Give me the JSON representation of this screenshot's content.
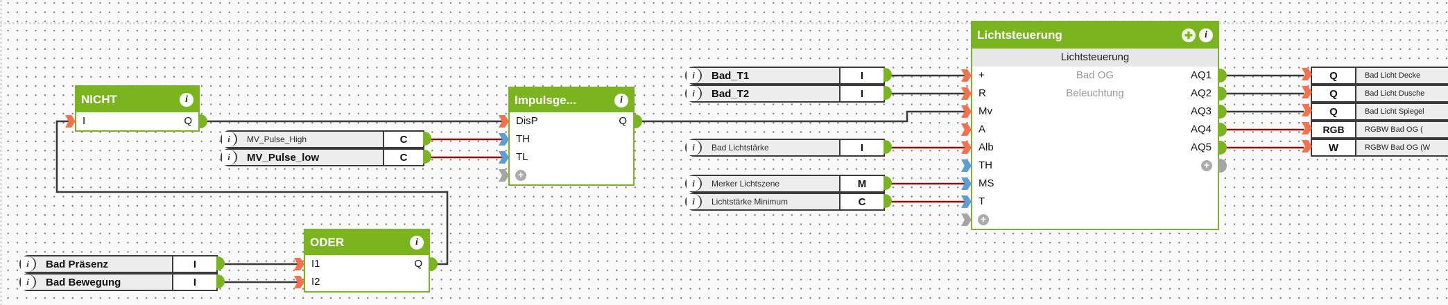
{
  "app": "logic-editor",
  "colors": {
    "block_green": "#7ab41e",
    "digital_pin_orange": "#f4724c",
    "analog_pin_blue": "#5f9ed2",
    "add_pin_gray": "#a5a5a5",
    "wire_black": "#3a3a3a",
    "wire_dark_red": "#8a100b"
  },
  "blocks": {
    "nicht": {
      "title": "NICHT",
      "header_icons": [
        "info-icon"
      ],
      "inputs": [
        {
          "label": "I",
          "kind": "digital"
        }
      ],
      "outputs": [
        {
          "label": "Q",
          "kind": "digital"
        }
      ]
    },
    "impulsgeber": {
      "title": "Impulsge...",
      "header_icons": [
        "info-icon"
      ],
      "inputs": [
        {
          "label": "DisP",
          "kind": "digital"
        },
        {
          "label": "TH",
          "kind": "analog"
        },
        {
          "label": "TL",
          "kind": "analog"
        },
        {
          "label": "",
          "kind": "add"
        }
      ],
      "outputs": [
        {
          "label": "Q",
          "kind": "digital"
        }
      ]
    },
    "oder": {
      "title": "ODER",
      "header_icons": [
        "info-icon"
      ],
      "inputs": [
        {
          "label": "I1",
          "kind": "digital"
        },
        {
          "label": "I2",
          "kind": "digital"
        }
      ],
      "outputs": [
        {
          "label": "Q",
          "kind": "digital"
        }
      ]
    },
    "lichtsteuerung": {
      "title": "Lichtsteuerung",
      "subtitle": "Lichtsteuerung",
      "description_lines": [
        "Bad OG",
        "Beleuchtung"
      ],
      "header_icons": [
        "move-icon",
        "info-icon"
      ],
      "inputs": [
        {
          "label": "+",
          "kind": "digital"
        },
        {
          "label": "R",
          "kind": "digital"
        },
        {
          "label": "Mv",
          "kind": "digital"
        },
        {
          "label": "A",
          "kind": "digital"
        },
        {
          "label": "Alb",
          "kind": "digital"
        },
        {
          "label": "TH",
          "kind": "analog"
        },
        {
          "label": "MS",
          "kind": "analog"
        },
        {
          "label": "T",
          "kind": "analog"
        },
        {
          "label": "",
          "kind": "add"
        }
      ],
      "outputs": [
        {
          "label": "AQ1",
          "kind": "digital"
        },
        {
          "label": "AQ2",
          "kind": "digital"
        },
        {
          "label": "AQ3",
          "kind": "digital"
        },
        {
          "label": "AQ4",
          "kind": "digital"
        },
        {
          "label": "AQ5",
          "kind": "digital"
        },
        {
          "label": "",
          "kind": "add"
        }
      ]
    }
  },
  "input_connectors": [
    {
      "id": "mv-pulse-high",
      "label": "MV_Pulse_High",
      "type": "C",
      "emphasis": false
    },
    {
      "id": "mv-pulse-low",
      "label": "MV_Pulse_low",
      "type": "C",
      "emphasis": true
    },
    {
      "id": "bad-praesenz",
      "label": "Bad Präsenz",
      "type": "I",
      "emphasis": true
    },
    {
      "id": "bad-bewegung",
      "label": "Bad Bewegung",
      "type": "I",
      "emphasis": true
    },
    {
      "id": "bad-t1",
      "label": "Bad_T1",
      "type": "I",
      "emphasis": true
    },
    {
      "id": "bad-t2",
      "label": "Bad_T2",
      "type": "I",
      "emphasis": true
    },
    {
      "id": "bad-lichtstaerke",
      "label": "Bad Lichtstärke",
      "type": "I",
      "emphasis": false
    },
    {
      "id": "merker-lichtszene",
      "label": "Merker Lichtszene",
      "type": "M",
      "emphasis": false
    },
    {
      "id": "lichtstaerke-minimum",
      "label": "Lichtstärke Minimum",
      "type": "C",
      "emphasis": false
    }
  ],
  "output_connectors": [
    {
      "id": "bad-licht-decke",
      "type": "Q",
      "label": "Bad Licht Decke"
    },
    {
      "id": "bad-licht-dusche",
      "type": "Q",
      "label": "Bad Licht Dusche"
    },
    {
      "id": "bad-licht-spiegel",
      "type": "Q",
      "label": "Bad Licht Spiegel"
    },
    {
      "id": "rgbw-bad-og-rgb",
      "type": "RGB",
      "label": "RGBW Bad OG ("
    },
    {
      "id": "rgbw-bad-og-w",
      "type": "W",
      "label": "RGBW Bad OG (W"
    }
  ]
}
